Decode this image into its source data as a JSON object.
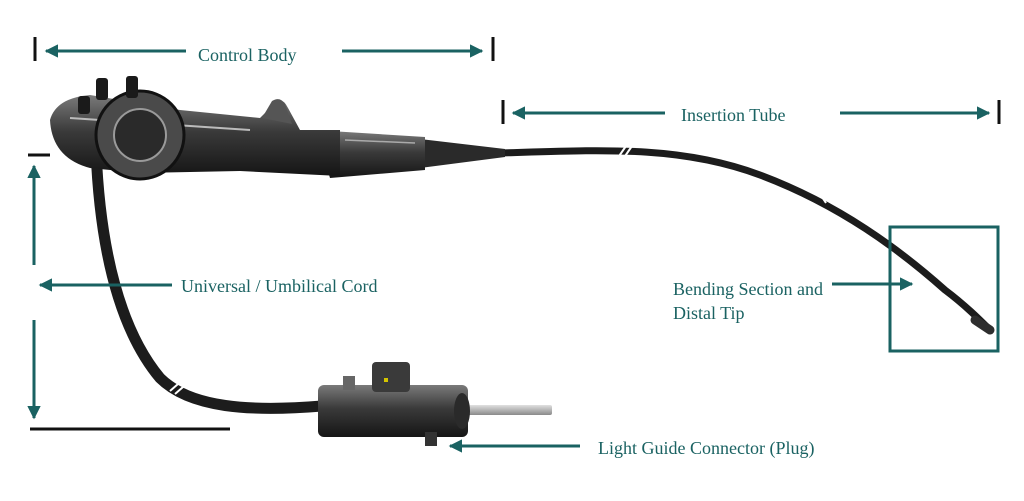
{
  "labels": {
    "control_body": "Control Body",
    "insertion_tube": "Insertion Tube",
    "umbilical_cord": "Universal / Umbilical Cord",
    "bending_line1": "Bending Section  and",
    "bending_line2": "Distal Tip",
    "light_guide": "Light Guide Connector (Plug)"
  },
  "colors": {
    "annotation": "#1a6262",
    "endoscope": "#1c1c1c",
    "metal": "#a8a8a8",
    "background": "#ffffff"
  }
}
